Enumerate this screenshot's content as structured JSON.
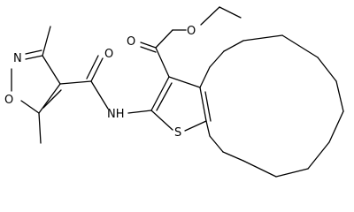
{
  "molecule": {
    "atom_labels": {
      "ester_carbonyl_o": "O",
      "ester_o": "O",
      "isoxazole_n": "N",
      "isoxazole_o": "O",
      "amide_o": "O",
      "amide_nh": "NH",
      "thiophene_s": "S"
    },
    "colors": {
      "bond": "#000000",
      "label": "#000000",
      "background": "#ffffff"
    }
  }
}
